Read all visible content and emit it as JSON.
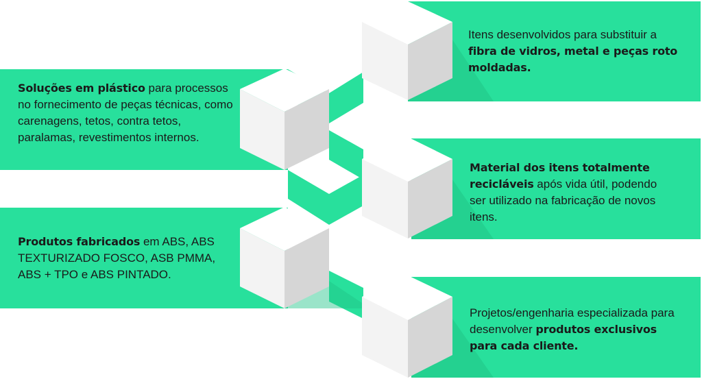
{
  "colors": {
    "accent_green": "#28e09c",
    "cube_top": "#ffffff",
    "cube_left": "#f3f3f3",
    "cube_right": "#d6d6d6",
    "shadow_green": "#20c487"
  },
  "cards": [
    {
      "id": "left-1",
      "bold": "Soluções em plástico",
      "text": " para processos no fornecimento de peças técnicas, como carenagens, tetos, contra tetos, paralamas, revestimentos internos."
    },
    {
      "id": "left-2",
      "bold": "Produtos fabricados",
      "text": " em ABS, ABS TEXTURIZADO FOSCO, ASB PMMA, ABS + TPO e ABS PINTADO."
    },
    {
      "id": "right-1",
      "pre": "Itens desenvolvidos para substituir a ",
      "bold": "fibra de vidros, metal e peças roto moldadas."
    },
    {
      "id": "right-2",
      "bold": "Material dos itens totalmente recicláveis",
      "text": " após vida útil, podendo ser utilizado na fabricação de novos itens."
    },
    {
      "id": "right-3",
      "pre": "Projetos/engenharia especializada para desenvolver ",
      "bold": "produtos exclusivos para cada cliente."
    }
  ]
}
